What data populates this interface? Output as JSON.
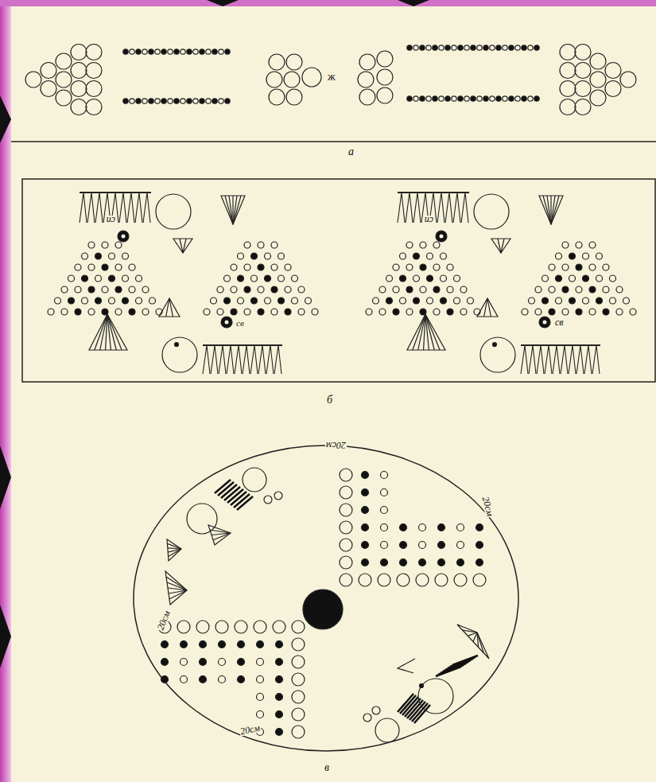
{
  "diagram": {
    "labels": [
      "а",
      "ж",
      "сп",
      "сп",
      "св",
      "св",
      "б",
      "20см",
      "20см",
      "20см",
      "20см",
      "в"
    ]
  }
}
